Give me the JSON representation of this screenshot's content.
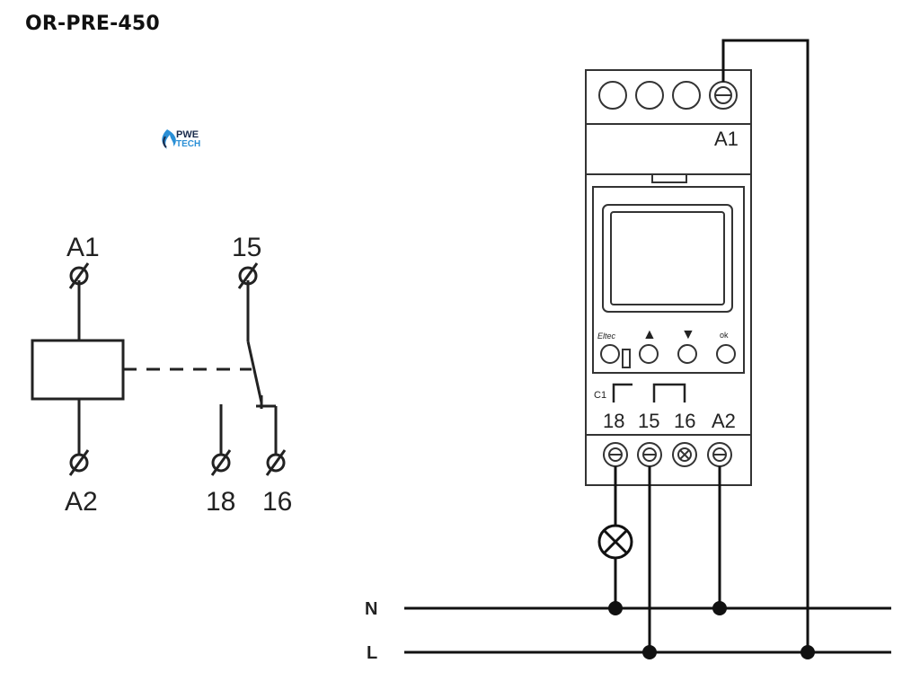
{
  "title": "OR-PRE-450",
  "logo": {
    "line1": "PWE",
    "line2": "TECH",
    "icon": "flame-logo-icon",
    "color_top": "#1a2b4c",
    "color_bottom": "#2a8fd6"
  },
  "schematic": {
    "coil_top_terminal": "A1",
    "coil_bottom_terminal": "A2",
    "common_terminal": "15",
    "nc_terminal": "18",
    "no_terminal": "16"
  },
  "device": {
    "top_terminal_label": "A1",
    "button_labels": [
      "Eltec",
      "▲",
      "▼",
      "ok"
    ],
    "contact_label": "C1",
    "bottom_terminal_labels": [
      "18",
      "15",
      "16",
      "A2"
    ]
  },
  "lines": {
    "neutral": "N",
    "line": "L"
  }
}
